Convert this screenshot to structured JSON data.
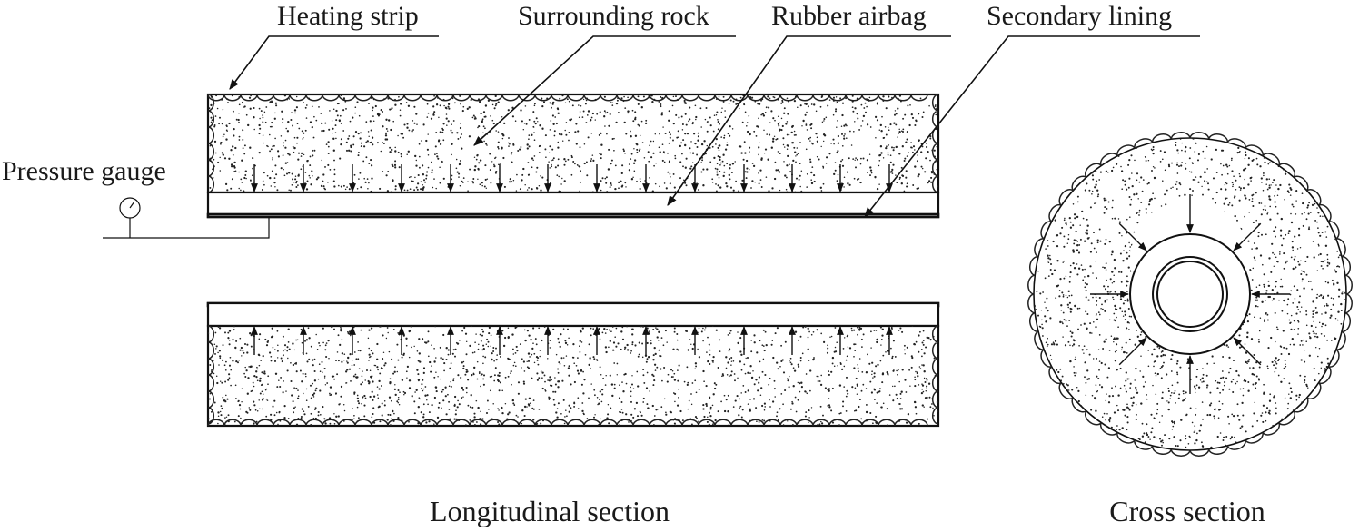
{
  "labels": {
    "heating_strip": "Heating strip",
    "surrounding_rock": "Surrounding rock",
    "rubber_airbag": "Rubber airbag",
    "secondary_lining": "Secondary lining",
    "pressure_gauge": "Pressure gauge"
  },
  "captions": {
    "longitudinal": "Longitudinal section",
    "cross": "Cross section"
  },
  "colors": {
    "line": "#111111",
    "stipple": "#222222",
    "background": "#ffffff"
  }
}
